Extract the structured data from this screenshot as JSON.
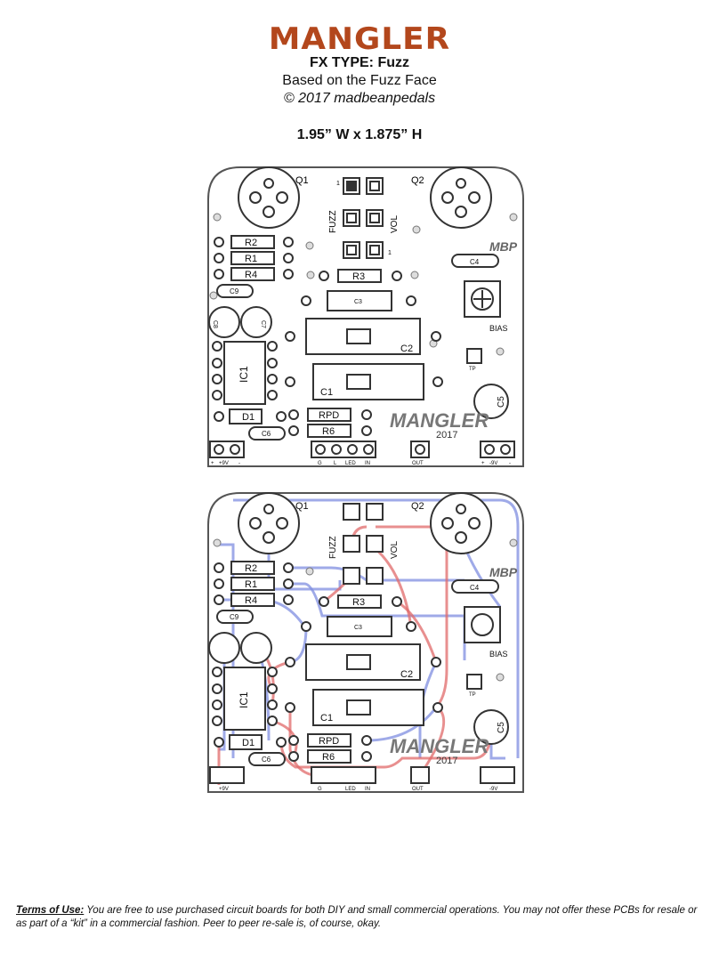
{
  "header": {
    "brand": "MANGLER",
    "fx_type": "FX TYPE: Fuzz",
    "based_on": "Based on the Fuzz Face",
    "copyright": "© 2017 madbeanpedals",
    "dimensions": "1.95” W x 1.875” H"
  },
  "pcb": {
    "logo_text": "MANGLER",
    "year": "2017",
    "brand_mark": "MBP",
    "components": {
      "q1": "Q1",
      "q2": "Q2",
      "fuzz": "FUZZ",
      "vol": "VOL",
      "r1": "R1",
      "r2": "R2",
      "r3": "R3",
      "r4": "R4",
      "r6": "R6",
      "rpd": "RPD",
      "c1": "C1",
      "c2": "C2",
      "c3": "C3",
      "c4": "C4",
      "c5": "C5",
      "c6": "C6",
      "c7": "C7",
      "c8": "C8",
      "c9": "C9",
      "ic1": "IC1",
      "d1": "D1",
      "bias": "BIAS",
      "tp": "TP"
    },
    "pads": {
      "plus": "+",
      "nine_v": "+9V",
      "minus": "-",
      "g": "G",
      "l": "L",
      "led": "LED",
      "in": "IN",
      "out": "OUT",
      "neg_nine_v": "-9V",
      "pin1": "1"
    },
    "trace_colors": {
      "top": "#e06060",
      "bottom": "#6677dd"
    }
  },
  "terms": {
    "label": "Terms of Use:",
    "text": "You are free to use purchased circuit boards for both DIY and small commercial operations. You may not offer these PCBs for resale or as part of a “kit” in a commercial fashion. Peer to peer re-sale is, of course, okay."
  }
}
